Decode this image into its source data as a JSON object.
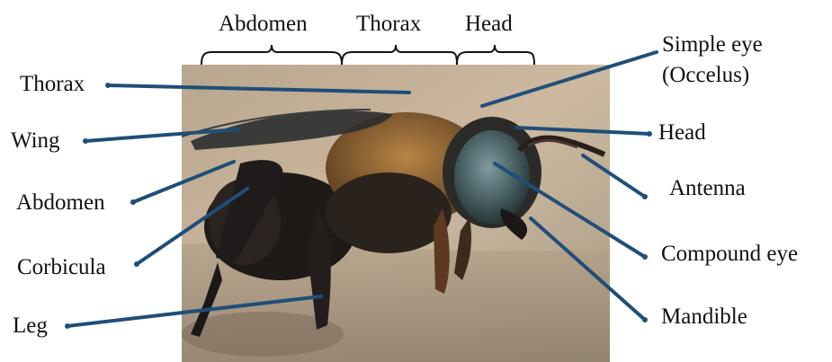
{
  "colors": {
    "leader_line": "#1f4e79",
    "label_text": "#111111",
    "background": "#ffffff"
  },
  "photo": {
    "subject": "bee-photo"
  },
  "region_labels": {
    "abdomen": "Abdomen",
    "thorax": "Thorax",
    "head": "Head"
  },
  "labels": {
    "thorax": "Thorax",
    "wing": "Wing",
    "abdomen": "Abdomen",
    "corbicula": "Corbicula",
    "leg": "Leg",
    "simple_eye_1": "Simple eye",
    "simple_eye_2": "(Occelus)",
    "head": "Head",
    "antenna": "Antenna",
    "compound_eye": "Compound eye",
    "mandible": "Mandible"
  }
}
